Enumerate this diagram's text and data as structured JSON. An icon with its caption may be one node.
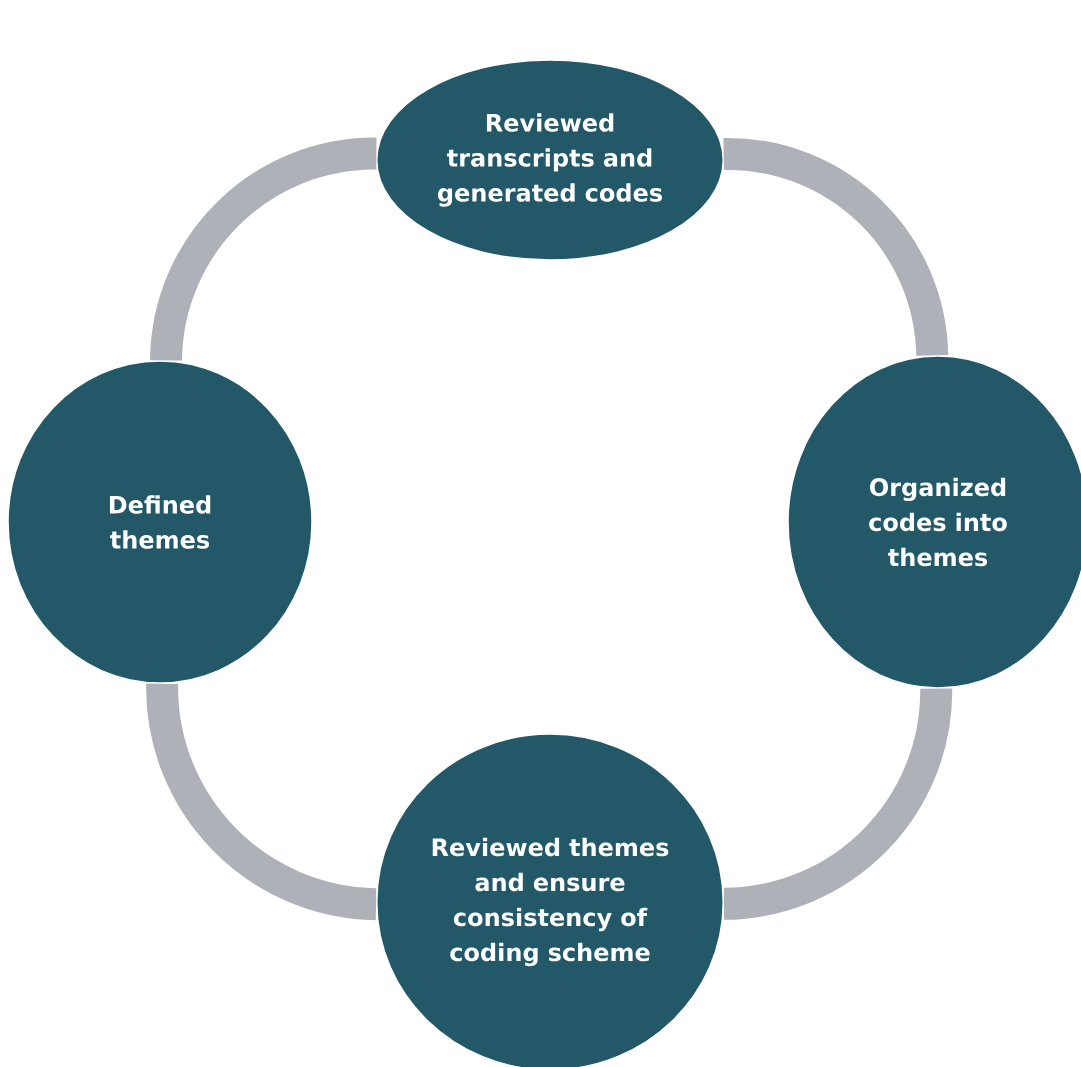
{
  "diagram": {
    "nodes": [
      {
        "text": [
          "Reviewed transcripts and generated codes"
        ]
      },
      {
        "text": [
          "Defined themes"
        ]
      },
      {
        "text": [
          "Organized codes into themes"
        ]
      },
      {
        "text": [
          "Reviewed themes and ensure consistency of coding scheme"
        ]
      }
    ],
    "edges": [
      {
        "from": 0,
        "to": 2,
        "arrow": "none"
      },
      {
        "from": 2,
        "to": 3,
        "arrow": "none"
      },
      {
        "from": 3,
        "to": 1,
        "arrow": "none"
      },
      {
        "from": 1,
        "to": 0,
        "arrow": "none"
      }
    ]
  }
}
